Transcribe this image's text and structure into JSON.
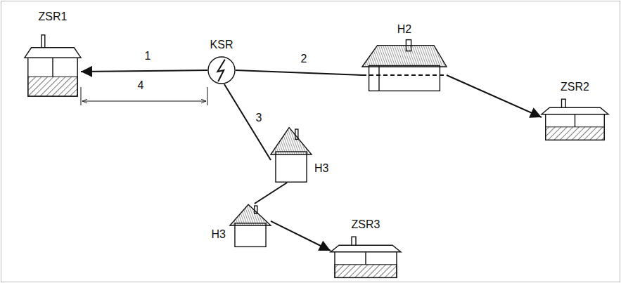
{
  "diagram": {
    "nodes": [
      {
        "text": [
          "ZSR1"
        ]
      },
      {
        "text": [
          "KSR"
        ]
      },
      {
        "text": [
          "H2"
        ]
      },
      {
        "text": [
          "ZSR2"
        ]
      },
      {
        "text": [
          "H3"
        ]
      },
      {
        "text": [
          "H3"
        ]
      },
      {
        "text": [
          "ZSR3"
        ]
      }
    ],
    "edges": [
      {
        "from": 1,
        "to": 0,
        "arrow": "to",
        "label": "1"
      },
      {
        "from": 1,
        "to": 2,
        "arrow": "none",
        "label": "2"
      },
      {
        "from": 2,
        "to": 3,
        "arrow": "to"
      },
      {
        "from": 1,
        "to": 4,
        "arrow": "none",
        "label": "3"
      },
      {
        "from": 4,
        "to": 5,
        "arrow": "none"
      },
      {
        "from": 5,
        "to": 6,
        "arrow": "to"
      }
    ],
    "labels": [
      "4"
    ]
  }
}
